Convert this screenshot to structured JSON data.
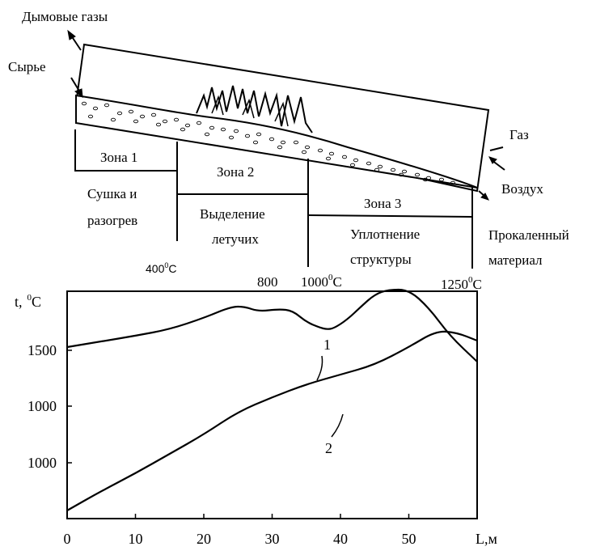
{
  "schematic": {
    "labels": {
      "flue_gases": "Дымовые газы",
      "raw_material": "Сырье",
      "gas": "Газ",
      "air": "Воздух",
      "calcined_material": [
        "Прокаленный",
        "материал"
      ]
    },
    "zones": [
      {
        "name": "Зона 1",
        "description": [
          "Сушка и",
          "разогрев"
        ]
      },
      {
        "name": "Зона 2",
        "description": [
          "Выделение",
          "летучих"
        ]
      },
      {
        "name": "Зона 3",
        "description": [
          "Уплотнение",
          "структуры"
        ]
      }
    ],
    "temperature_marks": [
      {
        "base": "400",
        "sup": "0",
        "unit": "C"
      },
      {
        "base": "800",
        "sup": "",
        "unit": ""
      },
      {
        "base": "1000",
        "sup": "0",
        "unit": "C"
      },
      {
        "base": "1250",
        "sup": "0",
        "unit": "C"
      }
    ]
  },
  "chart_data": {
    "type": "line",
    "ylabel": {
      "text": "t,",
      "sup": "0",
      "unit": "C"
    },
    "xlabel": "L,м",
    "xlim": [
      0,
      60
    ],
    "x_ticks": [
      "0",
      "10",
      "20",
      "30",
      "40",
      "50"
    ],
    "y_ticks": [
      "1500",
      "1000",
      "1000"
    ],
    "series": [
      {
        "name": "1",
        "x": [
          0,
          5,
          10,
          15,
          20,
          24,
          26,
          28,
          31,
          33,
          35,
          37,
          38,
          39,
          41,
          43,
          45,
          47,
          50,
          53,
          56,
          60
        ],
        "y": [
          1360,
          1395,
          1430,
          1470,
          1540,
          1610,
          1610,
          1580,
          1595,
          1585,
          1515,
          1480,
          1470,
          1475,
          1530,
          1610,
          1685,
          1715,
          1715,
          1600,
          1430,
          1270
        ]
      },
      {
        "name": "2",
        "x": [
          0,
          5,
          10,
          15,
          20,
          25,
          30,
          35,
          40,
          45,
          50,
          54,
          57,
          60
        ],
        "y": [
          350,
          470,
          580,
          700,
          820,
          960,
          1050,
          1130,
          1190,
          1250,
          1360,
          1460,
          1450,
          1400
        ]
      }
    ]
  }
}
